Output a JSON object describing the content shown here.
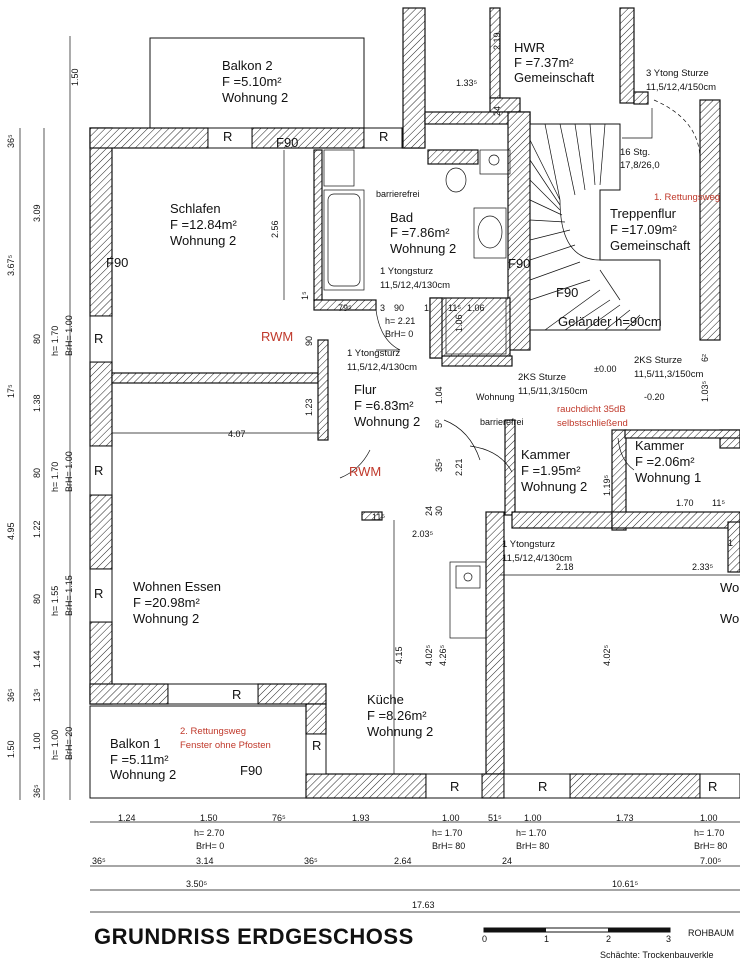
{
  "rooms": {
    "balkon2": [
      "Balkon 2",
      "F =5.10m²",
      "Wohnung 2"
    ],
    "hwr": [
      "HWR",
      "F =7.37m²",
      "Gemeinschaft"
    ],
    "schlafen": [
      "Schlafen",
      "F =12.84m²",
      "Wohnung 2"
    ],
    "bad": [
      "Bad",
      "F =7.86m²",
      "Wohnung 2"
    ],
    "treppenflur": [
      "Treppenflur",
      "F =17.09m²",
      "Gemeinschaft"
    ],
    "flur": [
      "Flur",
      "F =6.83m²",
      "Wohnung 2"
    ],
    "kammer1": [
      "Kammer",
      "F =1.95m²",
      "Wohnung 2"
    ],
    "kammer2": [
      "Kammer",
      "F =2.06m²",
      "Wohnung 1"
    ],
    "wohnen": [
      "Wohnen Essen",
      "F =20.98m²",
      "Wohnung 2"
    ],
    "kueche": [
      "Küche",
      "F =8.26m²",
      "Wohnung 2"
    ],
    "balkon1": [
      "Balkon 1",
      "F =5.11m²",
      "Wohnung 2"
    ],
    "wo_cut": [
      "Wo",
      "Wo"
    ]
  },
  "notes": {
    "rwm": "RWM",
    "f90": "F90",
    "r": "R",
    "rettungsweg1": "1. Rettungsweg",
    "rettungsweg2": [
      "2. Rettungsweg",
      "Fenster ohne Pfosten"
    ],
    "rauchdicht": [
      "rauchdicht 35dB",
      "selbstschließend"
    ],
    "stg": [
      "16 Stg.",
      "17,8/26,0"
    ],
    "ytong3": [
      "3 Ytong Sturze",
      "11,5/12,4/150cm"
    ],
    "ytong_bad": [
      "1 Ytongsturz",
      "11,5/12,4/130cm"
    ],
    "ytong_flur": [
      "1 Ytongsturz",
      "11,5/12,4/130cm"
    ],
    "ytong_kueche": [
      "1 Ytongsturz",
      "11,5/12,4/130cm"
    ],
    "ks1": [
      "2KS Sturze",
      "11,5/11,3/150cm"
    ],
    "ks2": [
      "2KS Sturze",
      "11,5/11,3/150cm"
    ],
    "gelaender": "Geländer h=90cm",
    "barrierefrei": "barrierefrei",
    "wohnung": "Wohnung",
    "level_plus": "±0.00",
    "level_minus": "-0.20",
    "h221": "h= 2.21",
    "brh0": "BrH= 0"
  },
  "dims_left": [
    "1.50",
    "36⁵",
    "3.09",
    "3.67⁵",
    "80",
    "h= 1.70",
    "BrH= 1.00",
    "17⁵",
    "1.38",
    "80",
    "h= 1.70",
    "BrH= 1.00",
    "4.95",
    "1.22",
    "80",
    "h= 1.55",
    "BrH= 1.15",
    "1.44",
    "13⁵",
    "36⁵",
    "1.00",
    "h= 1.00",
    "BrH= 20",
    "1.50",
    "36⁵"
  ],
  "dims_inner": [
    "1.33⁵",
    "2.19",
    "24",
    "2.56",
    "1⁵",
    "79⁵",
    "3",
    "90",
    "1",
    "11⁵",
    "1.06",
    "1.06",
    "90",
    "1.23",
    "4.07",
    "1.04",
    "35⁵",
    "5⁰",
    "2.21",
    "24",
    "30",
    "2.03⁵",
    "11⁵",
    "2.18",
    "2.33⁵",
    "1.19⁵",
    "1.70",
    "11⁵",
    "1.03⁵",
    "6²",
    "4.15",
    "4.02⁵",
    "4.26⁵",
    "4.02⁵",
    "1"
  ],
  "dims_bottom_row1": [
    "1.24",
    "1.50",
    "76⁵",
    "1.93",
    "1.00",
    "51⁵",
    "1.00",
    "1.73",
    "1.00"
  ],
  "dims_bottom_row1b": [
    "h= 2.70",
    "BrH= 0",
    "h= 1.70",
    "BrH= 80",
    "h= 1.70",
    "BrH= 80",
    "h= 1.70",
    "BrH= 80"
  ],
  "dims_bottom_row2": [
    "36⁵",
    "3.14",
    "36⁵",
    "2.64",
    "24",
    "7.00⁵"
  ],
  "dims_bottom_row3": [
    "3.50⁵",
    "10.61⁵"
  ],
  "dims_bottom_total": "17.63",
  "title": "GRUNDRISS ERDGESCHOSS",
  "scale": [
    "0",
    "1",
    "2",
    "3"
  ],
  "corner": [
    "ROHBAUM",
    "Schächte: Trockenbauverkle"
  ]
}
